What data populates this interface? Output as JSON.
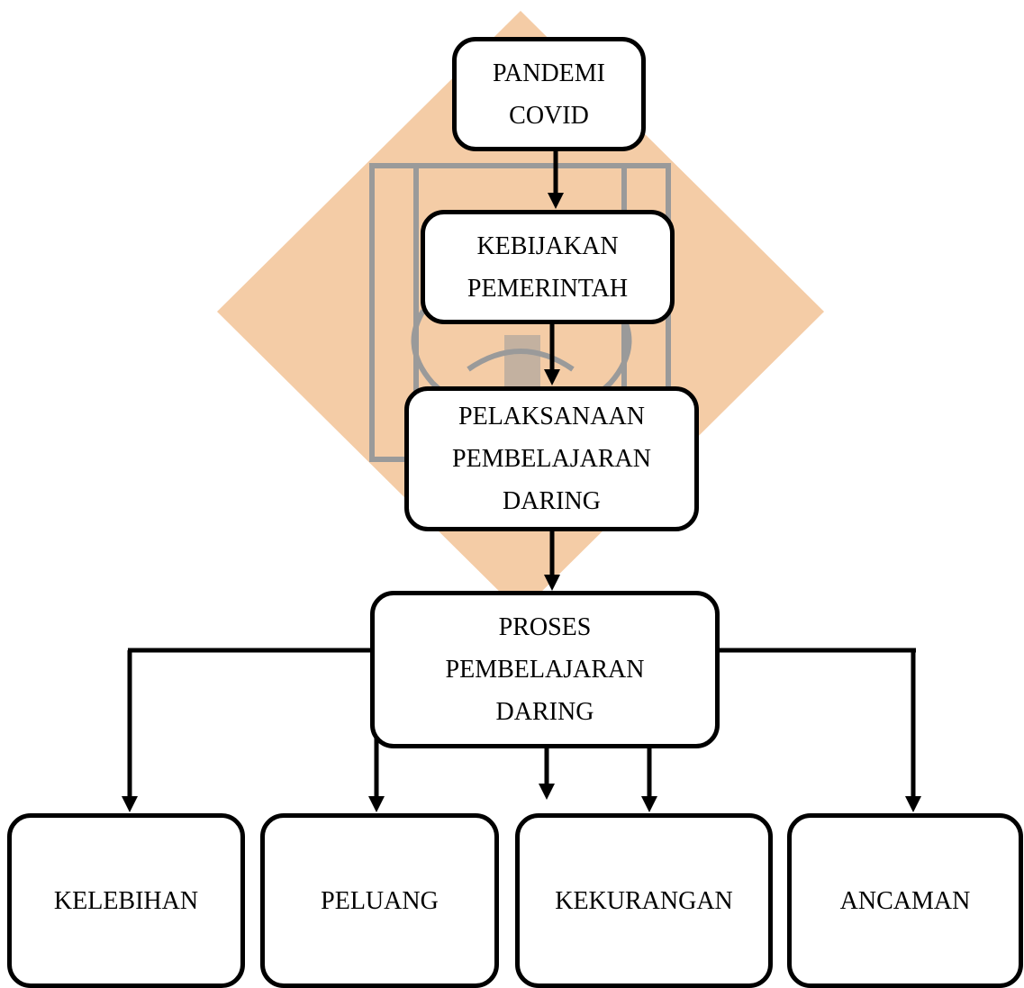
{
  "colors": {
    "watermark_diamond": "#f4cca6",
    "watermark_emblem": "#9a9a9a",
    "node_border": "#000000",
    "arrow": "#000000"
  },
  "nodes": {
    "pandemi": "PANDEMI\nCOVID",
    "kebijakan": "KEBIJAKAN\nPEMERINTAH",
    "pelaksanaan": "PELAKSANAAN\nPEMBELAJARAN\nDARING",
    "proses": "PROSES\nPEMBELAJARAN\nDARING",
    "kelebihan": "KELEBIHAN",
    "peluang": "PELUANG",
    "kekurangan": "KEKURANGAN",
    "ancaman": "ANCAMAN"
  },
  "edges": [
    {
      "from": "pandemi",
      "to": "kebijakan"
    },
    {
      "from": "kebijakan",
      "to": "pelaksanaan"
    },
    {
      "from": "pelaksanaan",
      "to": "proses"
    },
    {
      "from": "proses",
      "to": "kelebihan"
    },
    {
      "from": "proses",
      "to": "peluang"
    },
    {
      "from": "proses",
      "to": "kekurangan"
    },
    {
      "from": "proses",
      "to": "ancaman"
    }
  ]
}
